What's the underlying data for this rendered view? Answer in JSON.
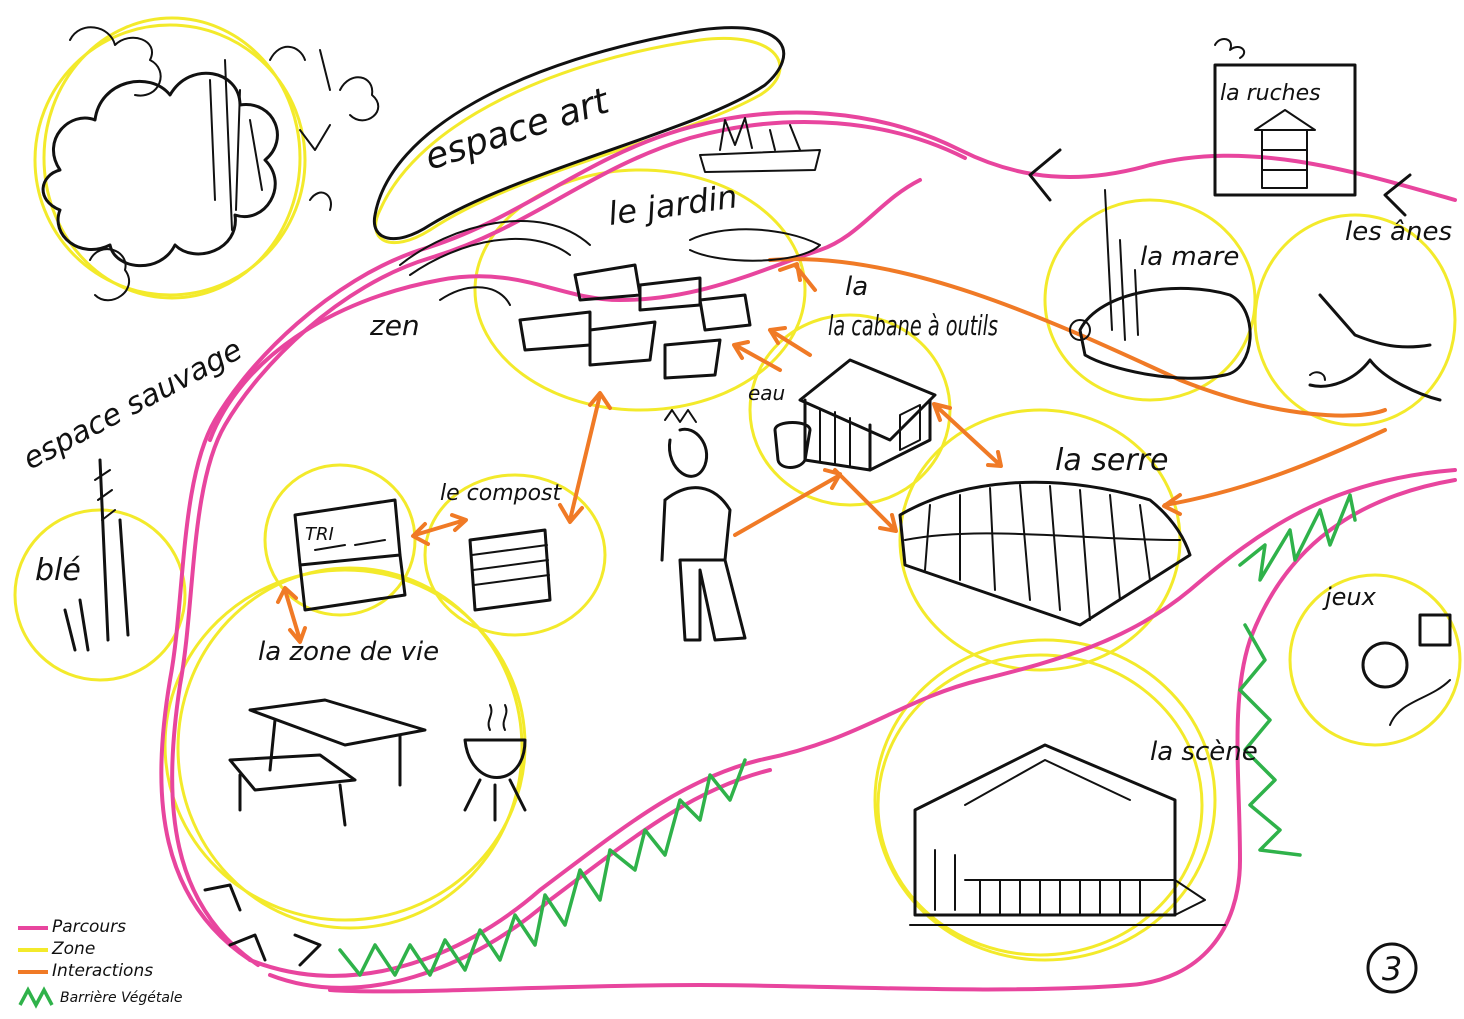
{
  "colors": {
    "parcours": "#e8459e",
    "zone": "#f3ea2b",
    "interactions": "#f07a26",
    "barriere": "#2fb24a",
    "ink": "#111111"
  },
  "labels": {
    "espace_art": "espace art",
    "espace_sauvage": "espace sauvage",
    "jardin": "le jardin",
    "zen": "zen",
    "cabane": "la cabane à outils",
    "eau": "eau",
    "ruches": "la ruches",
    "mare": "la mare",
    "anes": "les ânes",
    "serre": "la serre",
    "compost": "le compost",
    "tri": "TRI",
    "ble": "blé",
    "zone_de_vie": "la zone de vie",
    "jeux": "jeux",
    "scene": "la scène",
    "page_number": "3"
  },
  "legend": [
    {
      "label": "Parcours",
      "color": "#e8459e",
      "symbol": "line"
    },
    {
      "label": "Zone",
      "color": "#f3ea2b",
      "symbol": "line"
    },
    {
      "label": "Interactions",
      "color": "#f07a26",
      "symbol": "line"
    },
    {
      "label": "Barrière Végétale",
      "color": "#2fb24a",
      "symbol": "zigzag"
    }
  ]
}
